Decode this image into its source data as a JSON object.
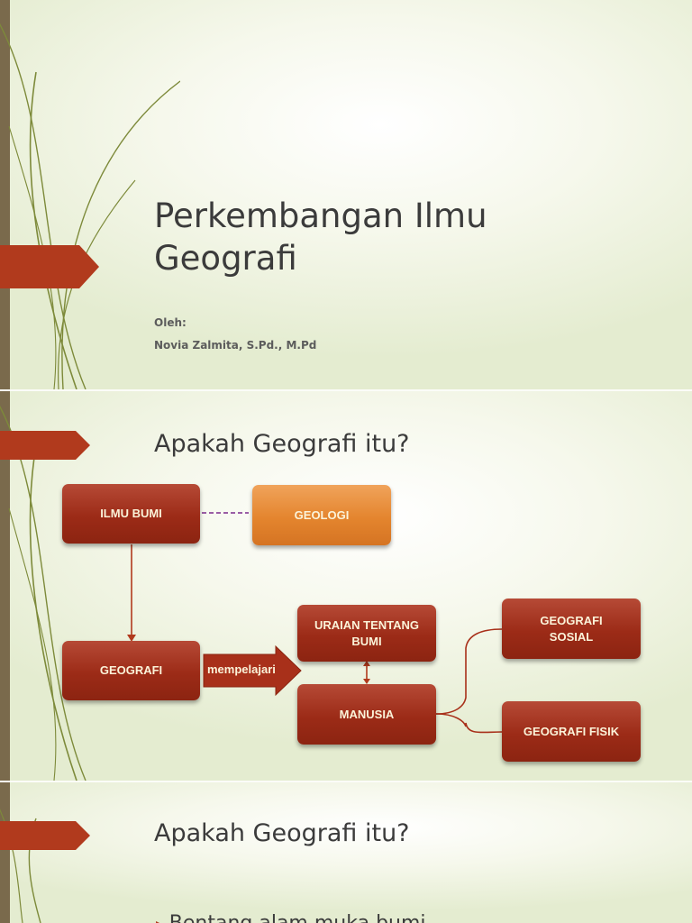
{
  "slides": [
    {
      "title_line1": "Perkembangan Ilmu",
      "title_line2": "Geografi",
      "author_label": "Oleh:",
      "author_name": "Novia Zalmita, S.Pd., M.Pd"
    },
    {
      "title": "Apakah Geografi itu?",
      "diagram": {
        "ilmu_bumi": "ILMU BUMI",
        "geologi": "GEOLOGI",
        "geografi": "GEOGRAFI",
        "mempelajari": "mempelajari",
        "uraian_line1": "URAIAN TENTANG",
        "uraian_line2": "BUMI",
        "manusia": "MANUSIA",
        "sosial_line1": "GEOGRAFI",
        "sosial_line2": "SOSIAL",
        "fisik": "GEOGRAFI FISIK"
      }
    },
    {
      "title": "Apakah Geografi itu?",
      "bullet": "Bentang alam muka bumi"
    }
  ],
  "colors": {
    "accent": "#b13a1d",
    "box_red": "#9c2b17",
    "box_orange": "#e4852e",
    "strip": "#7a6a4c",
    "swirl": "#7d8a3a",
    "dashed_line": "#7a2b8c"
  },
  "icons": [
    "slide-tab-arrow",
    "swirl-decoration",
    "bullet-arrow"
  ]
}
